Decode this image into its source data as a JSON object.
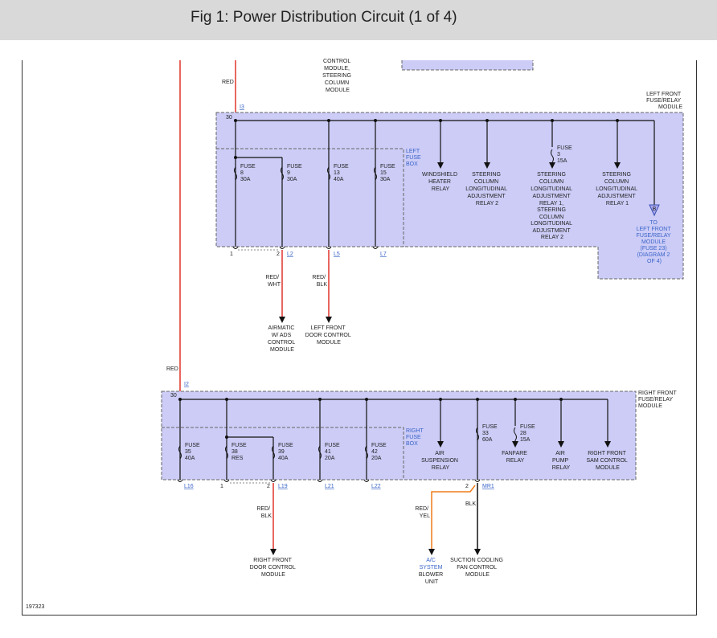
{
  "figure": {
    "title": "Fig 1: Power Distribution Circuit (1 of 4)",
    "ref_number": "197323"
  },
  "top": {
    "red_label": "RED",
    "node_i3": "I3",
    "upper_module_lines": [
      "CONTROL",
      "MODULE,",
      "STEERING",
      "COLUMN",
      "MODULE"
    ]
  },
  "left_module": {
    "title_lines": [
      "LEFT FRONT",
      "FUSE/RELAY",
      "MODULE"
    ],
    "term_30": "30",
    "fuse_box_lines": [
      "LEFT",
      "FUSE",
      "BOX"
    ],
    "fuses": [
      {
        "lines": [
          "FUSE",
          "8",
          "30A"
        ]
      },
      {
        "lines": [
          "FUSE",
          "9",
          "30A"
        ]
      },
      {
        "lines": [
          "FUSE",
          "13",
          "40A"
        ]
      },
      {
        "lines": [
          "FUSE",
          "15",
          "30A"
        ]
      }
    ],
    "fuse3_lines": [
      "FUSE",
      "3",
      "15A"
    ],
    "relays": [
      {
        "lines": [
          "WINDSHIELD",
          "HEATER",
          "RELAY"
        ]
      },
      {
        "lines": [
          "STEERING",
          "COLUMN",
          "LONGITUDINAL",
          "ADJUSTMENT",
          "RELAY 2"
        ]
      },
      {
        "lines": [
          "STEERING",
          "COLUMN",
          "LONGITUDINAL",
          "ADJUSTMENT",
          "RELAY 1,",
          "STEERING",
          "COLUMN",
          "LONGITUDINAL",
          "ADJUSTMENT",
          "RELAY 2"
        ]
      },
      {
        "lines": [
          "STEERING",
          "COLUMN",
          "LONGITUDINAL",
          "ADJUSTMENT",
          "RELAY 1"
        ]
      }
    ],
    "arrow_letter": "B",
    "to_lines": [
      "TO",
      "LEFT FRONT",
      "FUSE/RELAY",
      "MODULE",
      "(FUSE 23)",
      "(DIAGRAM 2",
      "OF 4)"
    ],
    "pins": [
      "1",
      "2"
    ],
    "connectors": [
      "L2",
      "L5",
      "L7"
    ]
  },
  "left_outputs": [
    {
      "wire_lines": [
        "RED/",
        "WHT"
      ],
      "dest_lines": [
        "AIRMATIC",
        "W/ ADS",
        "CONTROL",
        "MODULE"
      ]
    },
    {
      "wire_lines": [
        "RED/",
        "BLK"
      ],
      "dest_lines": [
        "LEFT FRONT",
        "DOOR CONTROL",
        "MODULE"
      ]
    }
  ],
  "mid": {
    "red_label": "RED",
    "node_i2": "I2"
  },
  "right_module": {
    "title_lines": [
      "RIGHT FRONT",
      "FUSE/RELAY",
      "MODULE"
    ],
    "term_30": "30",
    "fuse_box_lines": [
      "RIGHT",
      "FUSE",
      "BOX"
    ],
    "fuses": [
      {
        "lines": [
          "FUSE",
          "35",
          "40A"
        ]
      },
      {
        "lines": [
          "FUSE",
          "38",
          "RES"
        ]
      },
      {
        "lines": [
          "FUSE",
          "39",
          "40A"
        ]
      },
      {
        "lines": [
          "FUSE",
          "41",
          "20A"
        ]
      },
      {
        "lines": [
          "FUSE",
          "42",
          "20A"
        ]
      }
    ],
    "fuse33_lines": [
      "FUSE",
      "33",
      "60A"
    ],
    "fuse28_lines": [
      "FUSE",
      "28",
      "15A"
    ],
    "relays": [
      {
        "lines": [
          "AIR",
          "SUSPENSION",
          "RELAY"
        ]
      },
      {
        "lines": [
          "FANFARE",
          "RELAY"
        ]
      },
      {
        "lines": [
          "AIR",
          "PUMP",
          "RELAY"
        ]
      },
      {
        "lines": [
          "RIGHT FRONT",
          "SAM CONTROL",
          "MODULE"
        ]
      }
    ],
    "pins": [
      "1",
      "2",
      "2"
    ],
    "connectors": [
      "L16",
      "L19",
      "L21",
      "L22",
      "MR1"
    ]
  },
  "right_outputs": [
    {
      "wire_lines": [
        "RED/",
        "BLK"
      ],
      "dest_lines": [
        "RIGHT FRONT",
        "DOOR CONTROL",
        "MODULE"
      ]
    },
    {
      "wire_lines": [
        "RED/",
        "YEL"
      ],
      "dest_lines": [
        "A/C",
        "SYSTEM",
        "BLOWER",
        "UNIT"
      ]
    },
    {
      "wire_lines": [
        "BLK"
      ],
      "dest_lines": [
        "SUCTION COOLING",
        "FAN CONTROL",
        "MODULE"
      ]
    }
  ],
  "colors": {
    "module_fill": "#ccccf7",
    "wire_red": "#e0342c",
    "wire_orange": "#ef7d1a",
    "wire_black": "#111111",
    "link_blue": "#3a64c8",
    "title_bar": "#d9d9d9"
  }
}
